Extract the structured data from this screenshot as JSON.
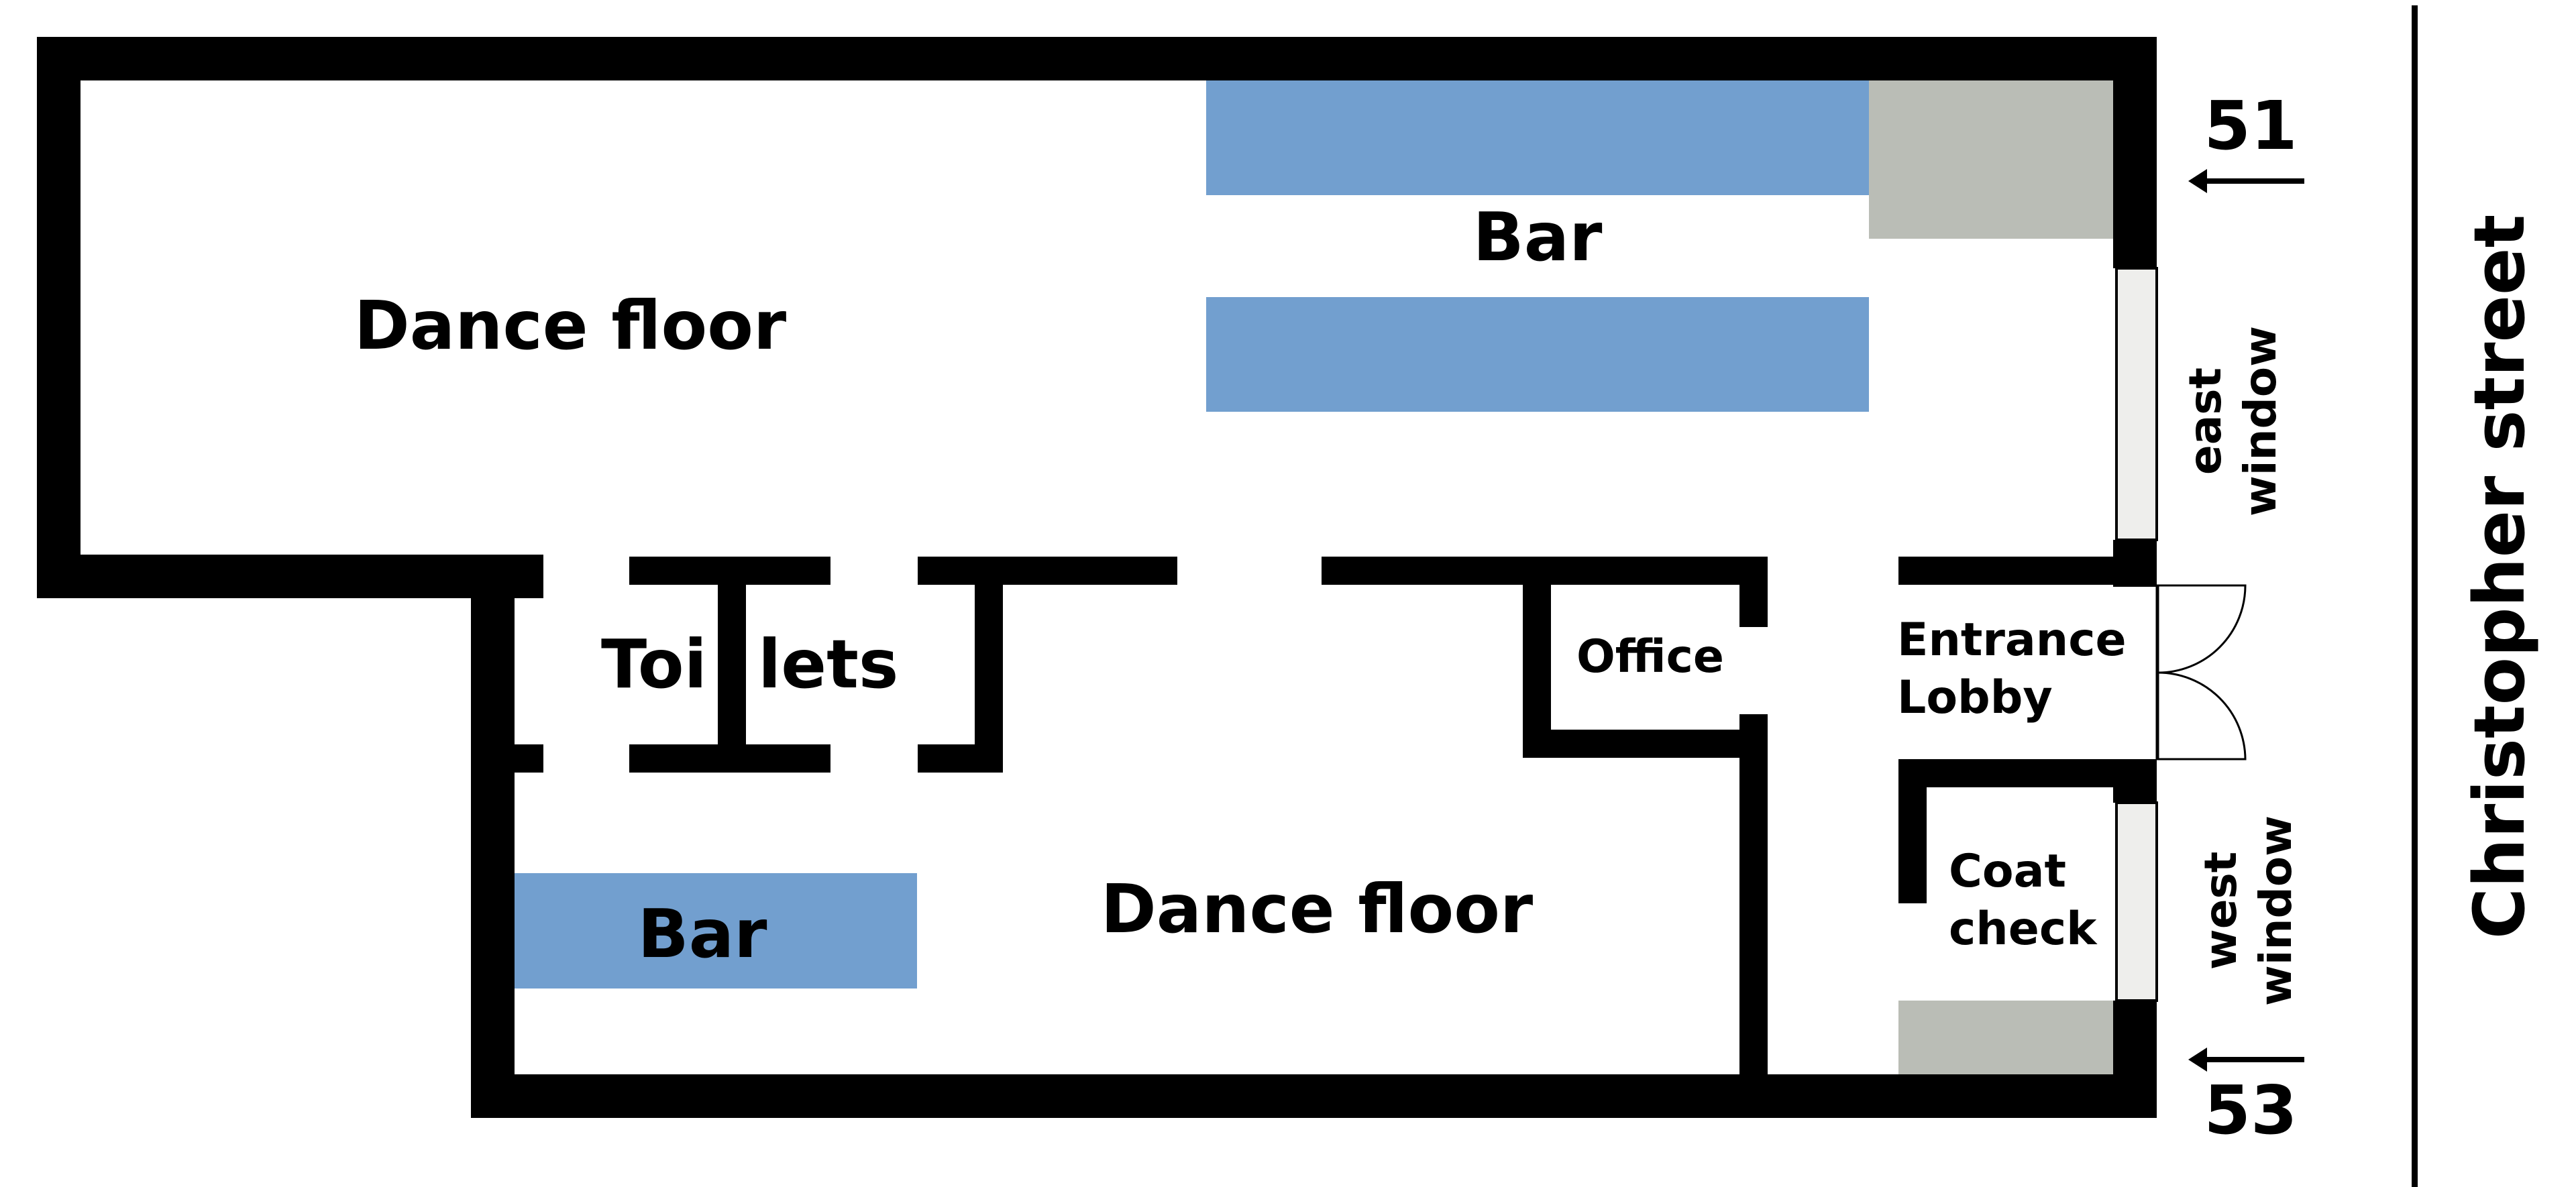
{
  "labels": {
    "dance_floor_upper": "Dance floor",
    "bar_upper": "Bar",
    "toilets_left": "Toi",
    "toilets_right": "lets",
    "office": "Office",
    "entrance_line1": "Entrance",
    "entrance_line2": "Lobby",
    "coat_line1": "Coat",
    "coat_line2": "check",
    "bar_lower": "Bar",
    "dance_floor_lower": "Dance floor",
    "east_line1": "east",
    "east_line2": "window",
    "west_line1": "west",
    "west_line2": "window",
    "street": "Christopher street",
    "number_north": "51",
    "number_south": "53"
  },
  "colors": {
    "wall": "#000000",
    "bar": "#729fcf",
    "fixture_grey": "#babdb6",
    "window_glass": "#eeeeec"
  }
}
